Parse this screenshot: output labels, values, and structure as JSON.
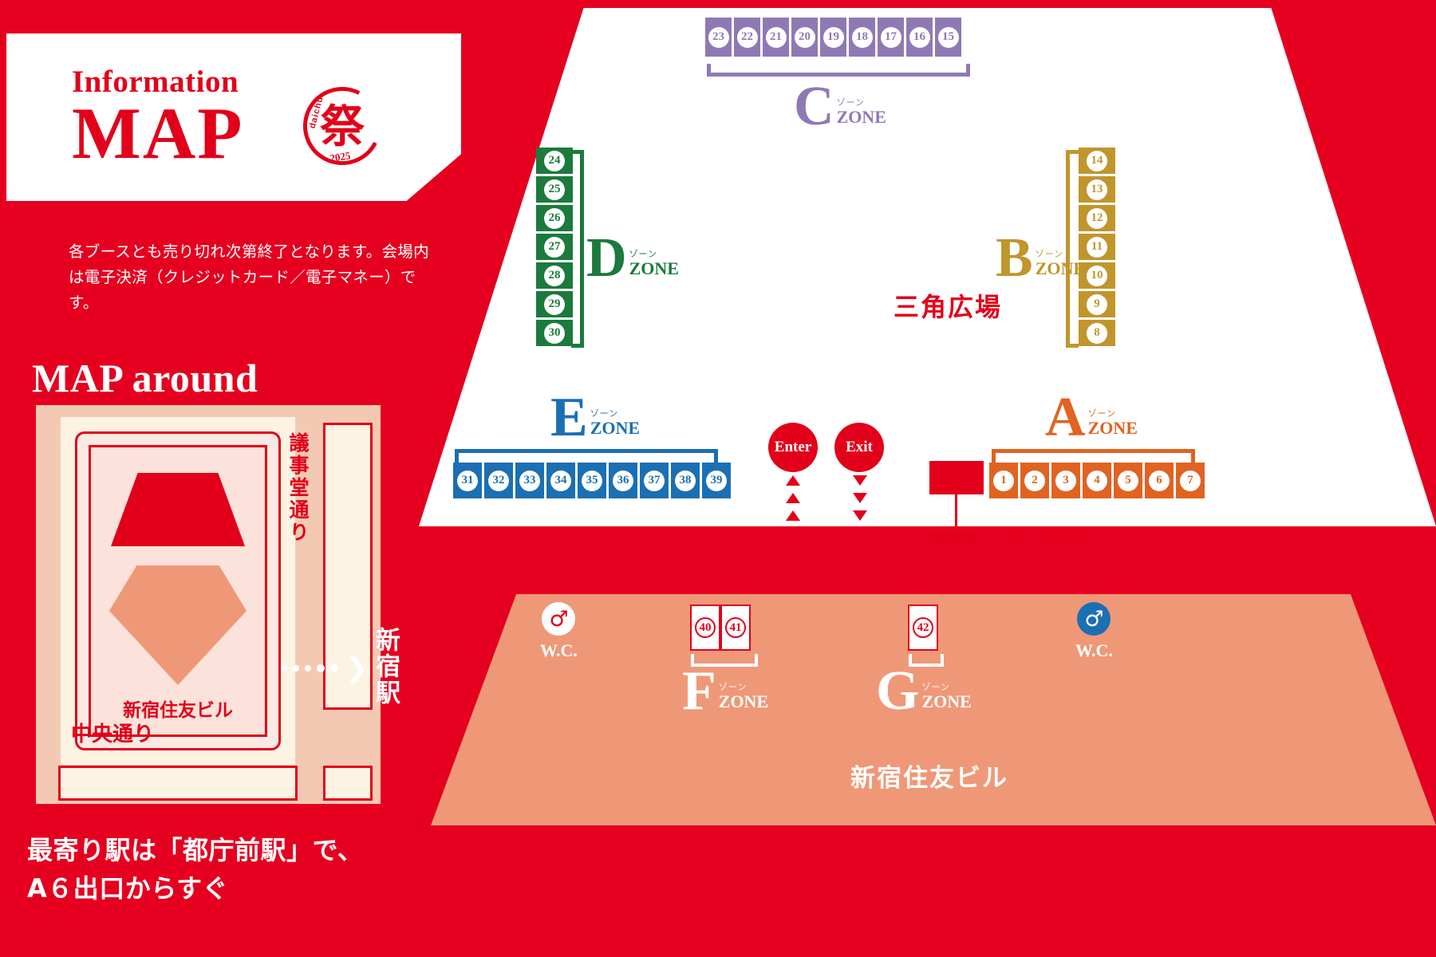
{
  "header": {
    "eyebrow": "Information",
    "title": "MAP",
    "stamp_kanji": "祭",
    "stamp_year": "2025",
    "stamp_arc": "daichu"
  },
  "note": "各ブースとも売り切れ次第終了となります。会場内は電子決済（クレジットカード／電子マネー）です。",
  "around": {
    "title": "MAP around",
    "street_vertical": "議事堂通り",
    "street_bottom": "中央通り",
    "building": "新宿住友ビル",
    "station": "新宿駅",
    "access": "最寄り駅は「都庁前駅」で、\nA６出口からすぐ"
  },
  "venue": {
    "plaza": "三角広場",
    "enter": "Enter",
    "exit": "Exit",
    "office": "事務局・Information",
    "building_name": "新宿住友ビル",
    "wc_left": "W.C.",
    "wc_right": "W.C."
  },
  "zone_kana": "ゾーン",
  "zone_word": "ZONE",
  "zones": [
    {
      "id": "A",
      "letter": "A",
      "color": "#e06322",
      "booths": [
        "1",
        "2",
        "3",
        "4",
        "5",
        "6",
        "7"
      ]
    },
    {
      "id": "B",
      "letter": "B",
      "color": "#c0962c",
      "booths": [
        "14",
        "13",
        "12",
        "11",
        "10",
        "9",
        "8"
      ]
    },
    {
      "id": "C",
      "letter": "C",
      "color": "#8f79b5",
      "booths": [
        "23",
        "22",
        "21",
        "20",
        "19",
        "18",
        "17",
        "16",
        "15"
      ]
    },
    {
      "id": "D",
      "letter": "D",
      "color": "#1b7a3c",
      "booths": [
        "24",
        "25",
        "26",
        "27",
        "28",
        "29",
        "30"
      ]
    },
    {
      "id": "E",
      "letter": "E",
      "color": "#1b6fb3",
      "booths": [
        "31",
        "32",
        "33",
        "34",
        "35",
        "36",
        "37",
        "38",
        "39"
      ]
    },
    {
      "id": "F",
      "letter": "F",
      "color": "#ffffff",
      "booths": [
        "40",
        "41"
      ]
    },
    {
      "id": "G",
      "letter": "G",
      "color": "#ffffff",
      "booths": [
        "42"
      ]
    }
  ],
  "colors": {
    "brand_red": "#e2001a",
    "bg_red": "#e60020",
    "building_peach": "#ef9878",
    "minimap_bg": "#f4c9b4"
  }
}
